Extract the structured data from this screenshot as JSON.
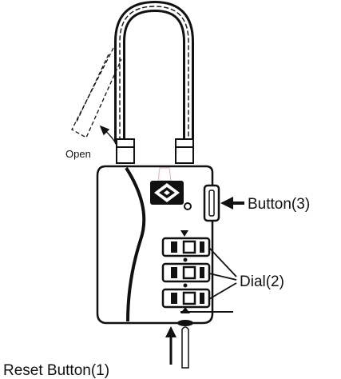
{
  "labels": {
    "open": "Open",
    "button3": "Button(3)",
    "dial2": "Dial(2)",
    "reset1": "Reset Button(1)"
  },
  "logo": {
    "icon": "tsa-diamond-logo-icon"
  },
  "colors": {
    "ink": "#111111",
    "paper": "#ffffff"
  }
}
